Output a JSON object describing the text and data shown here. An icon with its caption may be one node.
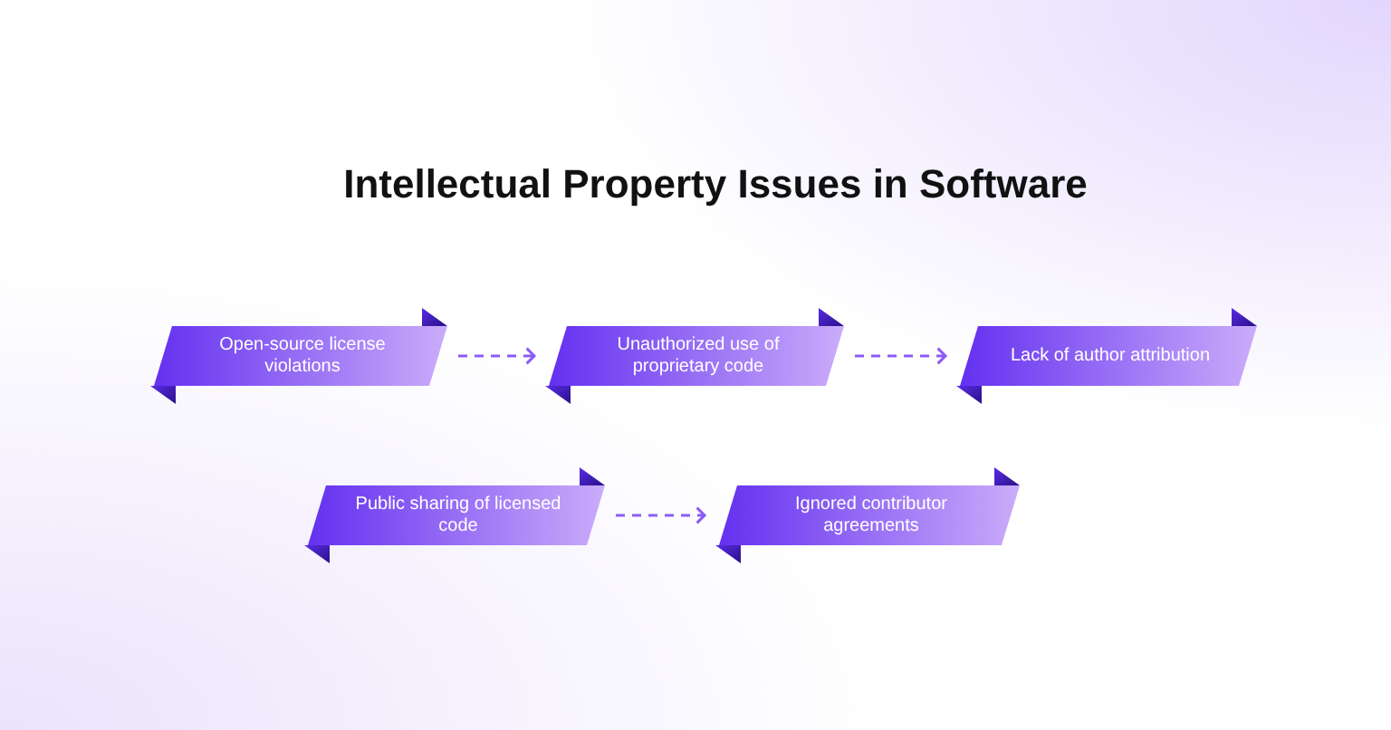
{
  "diagram": {
    "title": "Intellectual Property Issues in Software",
    "nodes": [
      {
        "text": [
          "Open-source license violations"
        ]
      },
      {
        "text": [
          "Unauthorized use of proprietary code"
        ]
      },
      {
        "text": [
          "Lack of author attribution"
        ]
      },
      {
        "text": [
          "Public sharing of licensed code"
        ]
      },
      {
        "text": [
          "Ignored contributor agreements"
        ]
      }
    ],
    "edges": [
      {
        "from": 0,
        "to": 1,
        "arrow": "to",
        "style": "dashed"
      },
      {
        "from": 1,
        "to": 2,
        "arrow": "to",
        "style": "dashed"
      },
      {
        "from": 3,
        "to": 4,
        "arrow": "to",
        "style": "dashed"
      }
    ]
  }
}
